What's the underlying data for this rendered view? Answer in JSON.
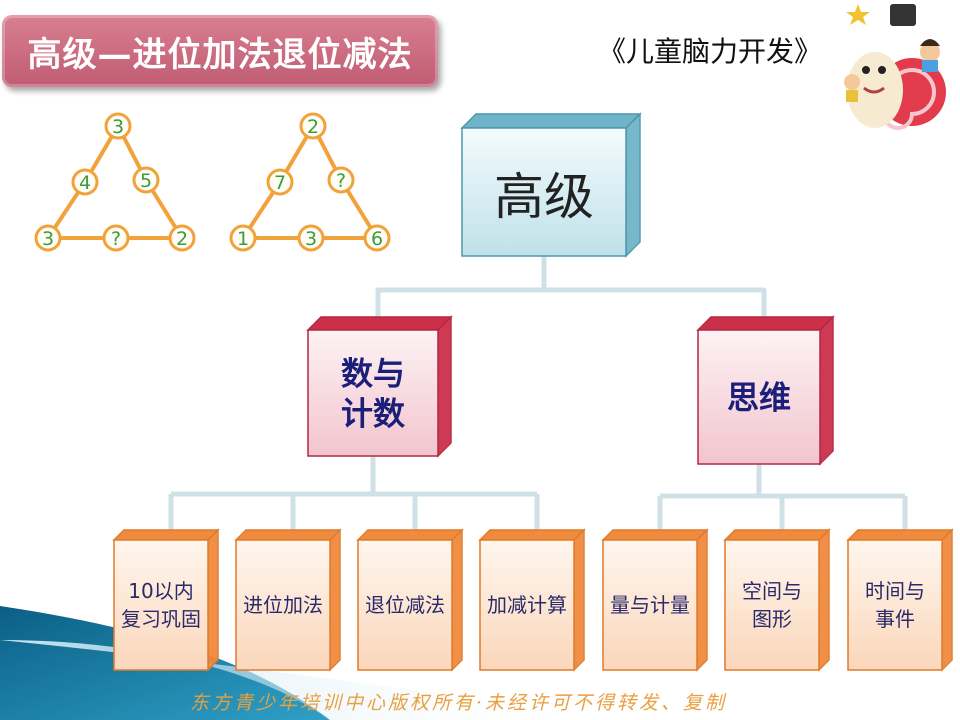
{
  "header": {
    "title": "高级—进位加法退位减法",
    "subtitle": "《儿童脑力开发》"
  },
  "puzzles": [
    {
      "top": "3",
      "left_mid": "4",
      "right_mid": "5",
      "bottom_left": "3",
      "bottom_mid": "?",
      "bottom_right": "2"
    },
    {
      "top": "2",
      "left_mid": "7",
      "right_mid": "?",
      "bottom_left": "1",
      "bottom_mid": "3",
      "bottom_right": "6"
    }
  ],
  "tree": {
    "root": "高级",
    "branches": [
      {
        "label_lines": [
          "数与",
          "计数"
        ],
        "children": [
          {
            "lines": [
              "10以内",
              "复习巩固"
            ]
          },
          {
            "lines": [
              "进位加法"
            ]
          },
          {
            "lines": [
              "退位减法"
            ]
          },
          {
            "lines": [
              "加减计算"
            ]
          }
        ]
      },
      {
        "label_lines": [
          "思维"
        ],
        "children": [
          {
            "lines": [
              "量与计量"
            ]
          },
          {
            "lines": [
              "空间与",
              "图形"
            ]
          },
          {
            "lines": [
              "时间与",
              "事件"
            ]
          }
        ]
      }
    ]
  },
  "footer": {
    "copyright": "东方青少年培训中心版权所有·未经许可不得转发、复制"
  },
  "colors": {
    "title_bg": "#c9687d",
    "root": "#6fb4c8",
    "branch": "#cc2f4a",
    "leaf": "#f08a3c",
    "puzzle": "#f2a23a",
    "puzzle_text": "#3a9c3a"
  }
}
